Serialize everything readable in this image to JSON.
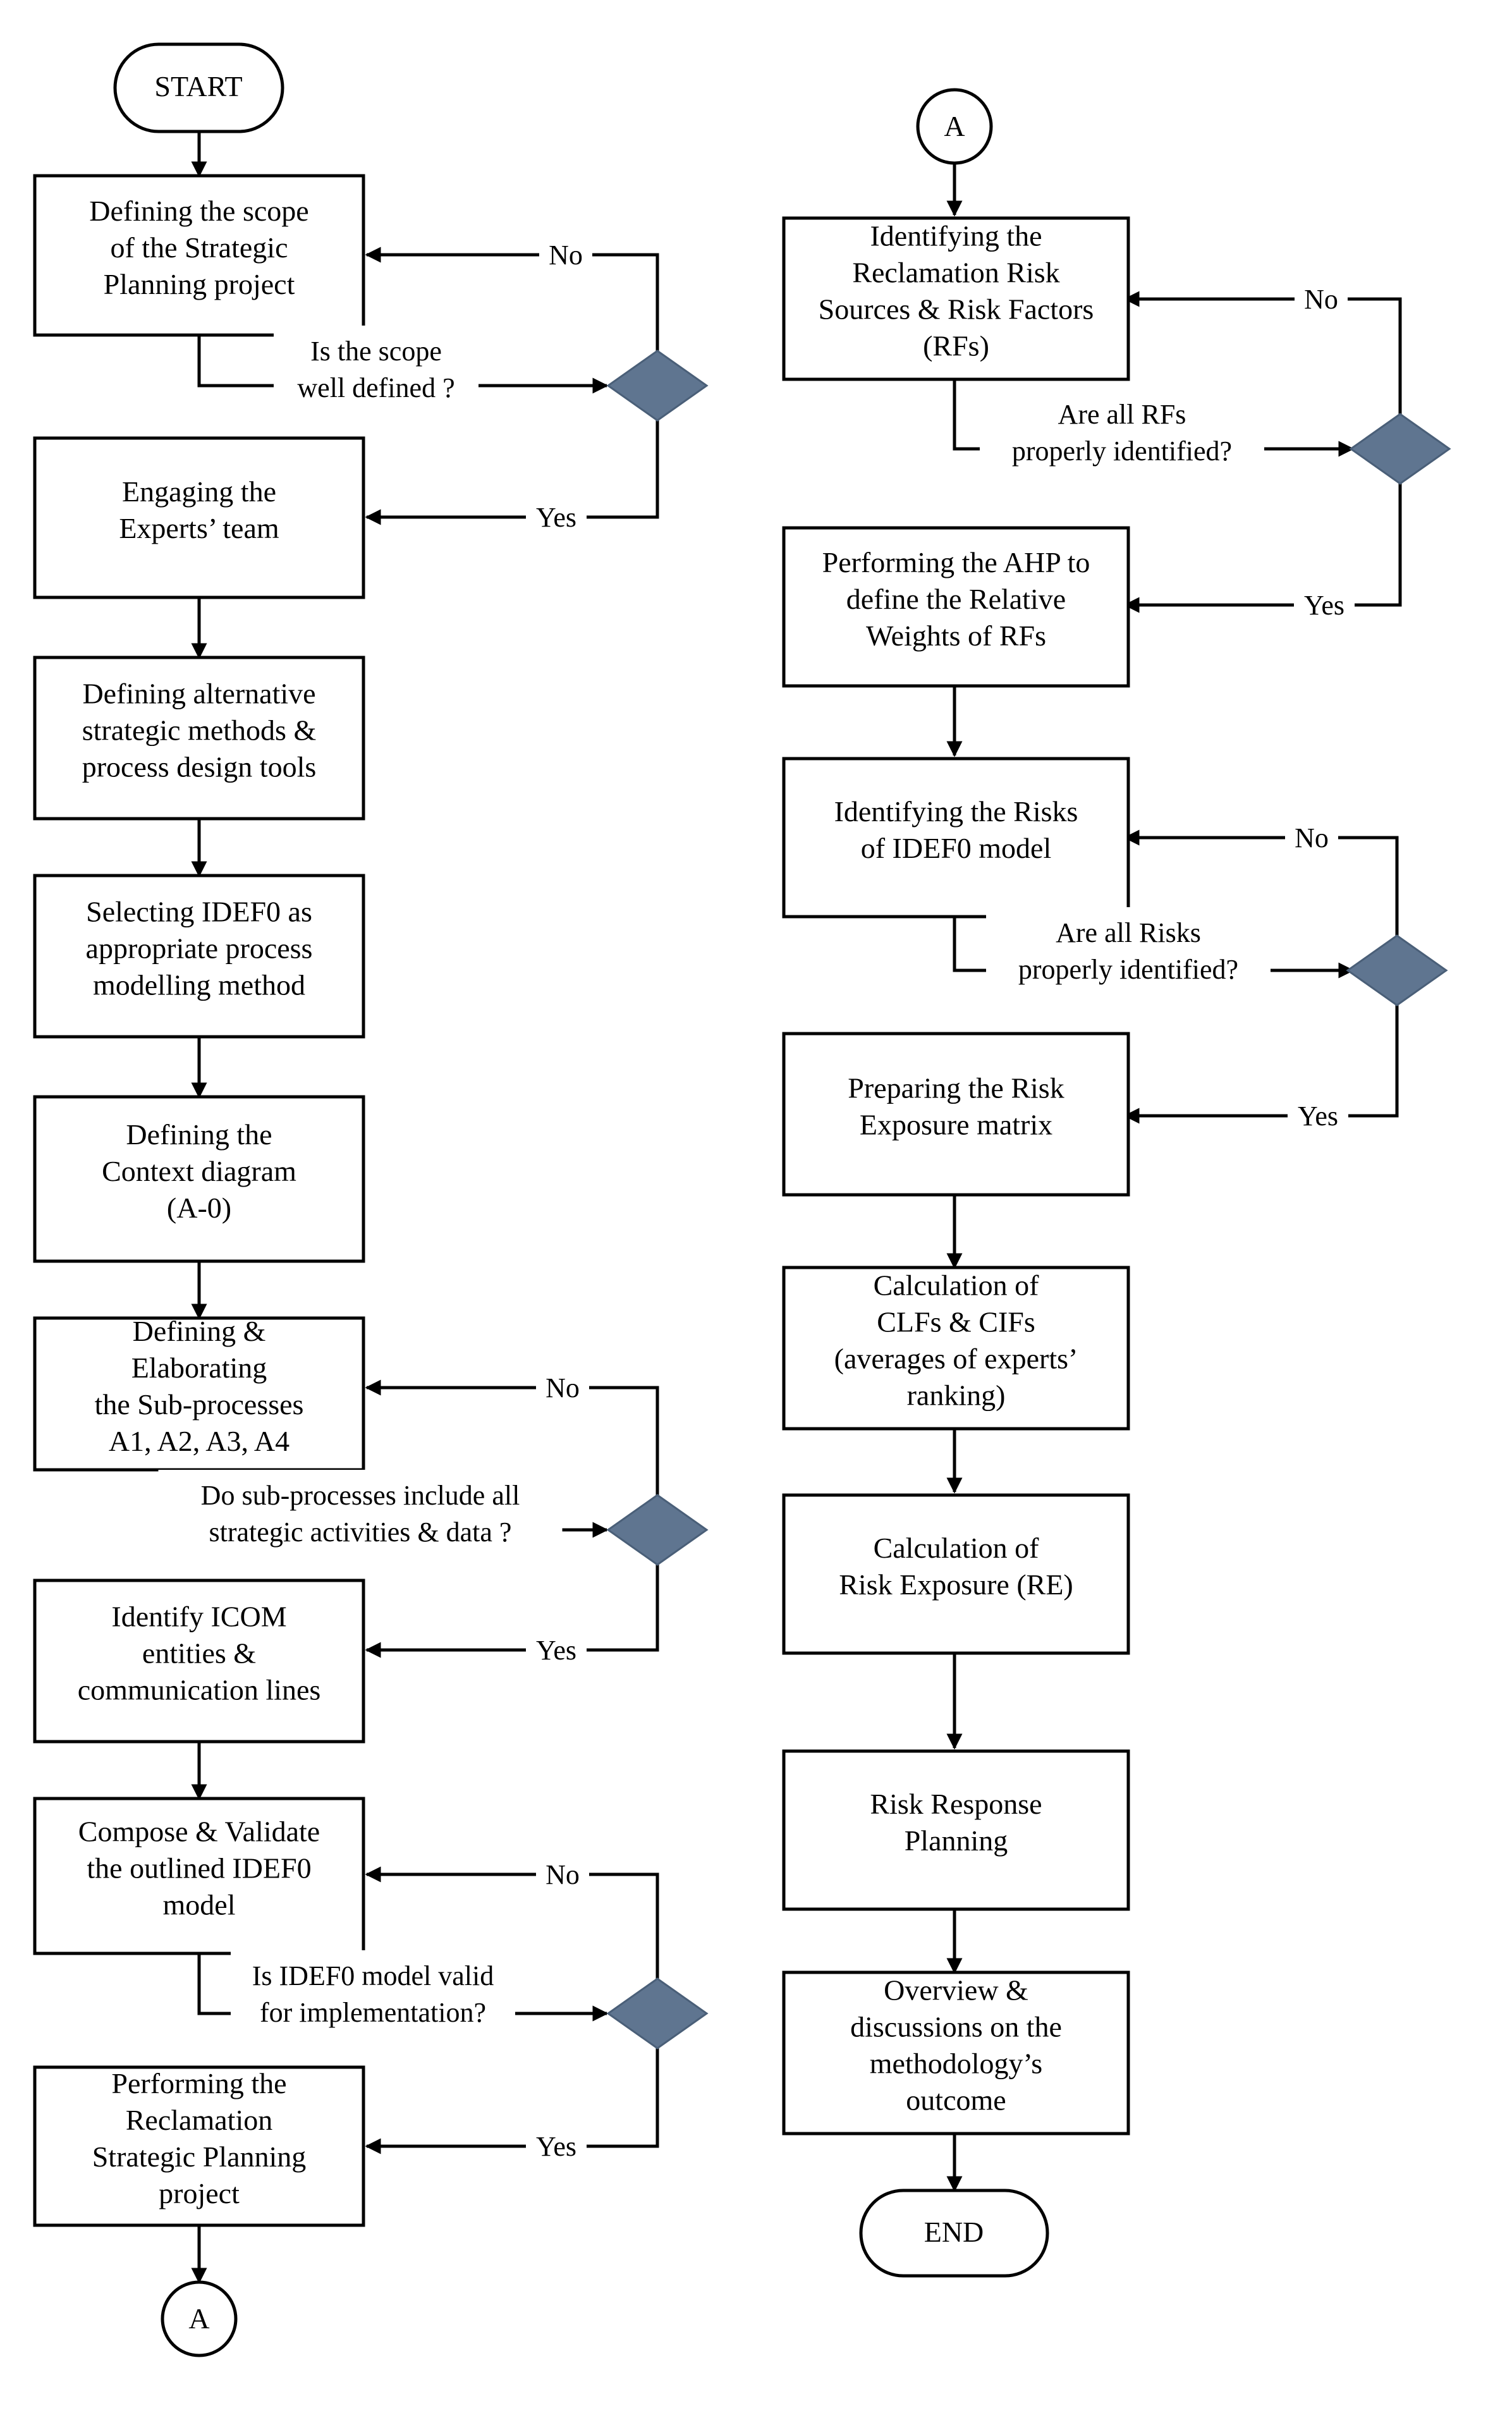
{
  "colors": {
    "decision_fill": "#5f7590",
    "line": "#000000"
  },
  "start": "START",
  "end": "END",
  "connector": "A",
  "left_steps": [
    [
      "Defining the scope",
      "of the Strategic",
      "Planning project"
    ],
    [
      "Engaging the",
      "Experts’ team"
    ],
    [
      "Defining alternative",
      "strategic methods &",
      "process design tools"
    ],
    [
      "Selecting IDEF0 as",
      "appropriate process",
      "modelling method"
    ],
    [
      "Defining the",
      "Context diagram",
      "(A-0)"
    ],
    [
      "Defining &",
      "Elaborating",
      "the Sub-processes",
      "A1, A2, A3, A4"
    ],
    [
      "Identify ICOM",
      "entities &",
      "communication lines"
    ],
    [
      "Compose & Validate",
      "the outlined IDEF0",
      "model"
    ],
    [
      "Performing the",
      "Reclamation",
      "Strategic Planning",
      "project"
    ]
  ],
  "right_steps": [
    [
      "Identifying the",
      "Reclamation Risk",
      "Sources & Risk Factors",
      "(RFs)"
    ],
    [
      "Performing the AHP to",
      "define the Relative",
      "Weights of RFs"
    ],
    [
      "Identifying the Risks",
      "of IDEF0 model"
    ],
    [
      "Preparing the Risk",
      "Exposure matrix"
    ],
    [
      "Calculation of",
      "CLFs & CIFs",
      "(averages of experts’",
      "ranking)"
    ],
    [
      "Calculation of",
      "Risk Exposure (RE)"
    ],
    [
      "Risk Response",
      "Planning"
    ],
    [
      "Overview &",
      "discussions on the",
      "methodology’s",
      "outcome"
    ]
  ],
  "decisions": [
    {
      "question": [
        "Is the scope",
        "well defined ?"
      ],
      "no": "No",
      "yes": "Yes"
    },
    {
      "question": [
        "Do sub-processes include all",
        "strategic activities & data ?"
      ],
      "no": "No",
      "yes": "Yes"
    },
    {
      "question": [
        "Is IDEF0 model valid",
        "for implementation?"
      ],
      "no": "No",
      "yes": "Yes"
    },
    {
      "question": [
        "Are all RFs",
        "properly identified?"
      ],
      "no": "No",
      "yes": "Yes"
    },
    {
      "question": [
        "Are all Risks",
        "properly identified?"
      ],
      "no": "No",
      "yes": "Yes"
    }
  ]
}
